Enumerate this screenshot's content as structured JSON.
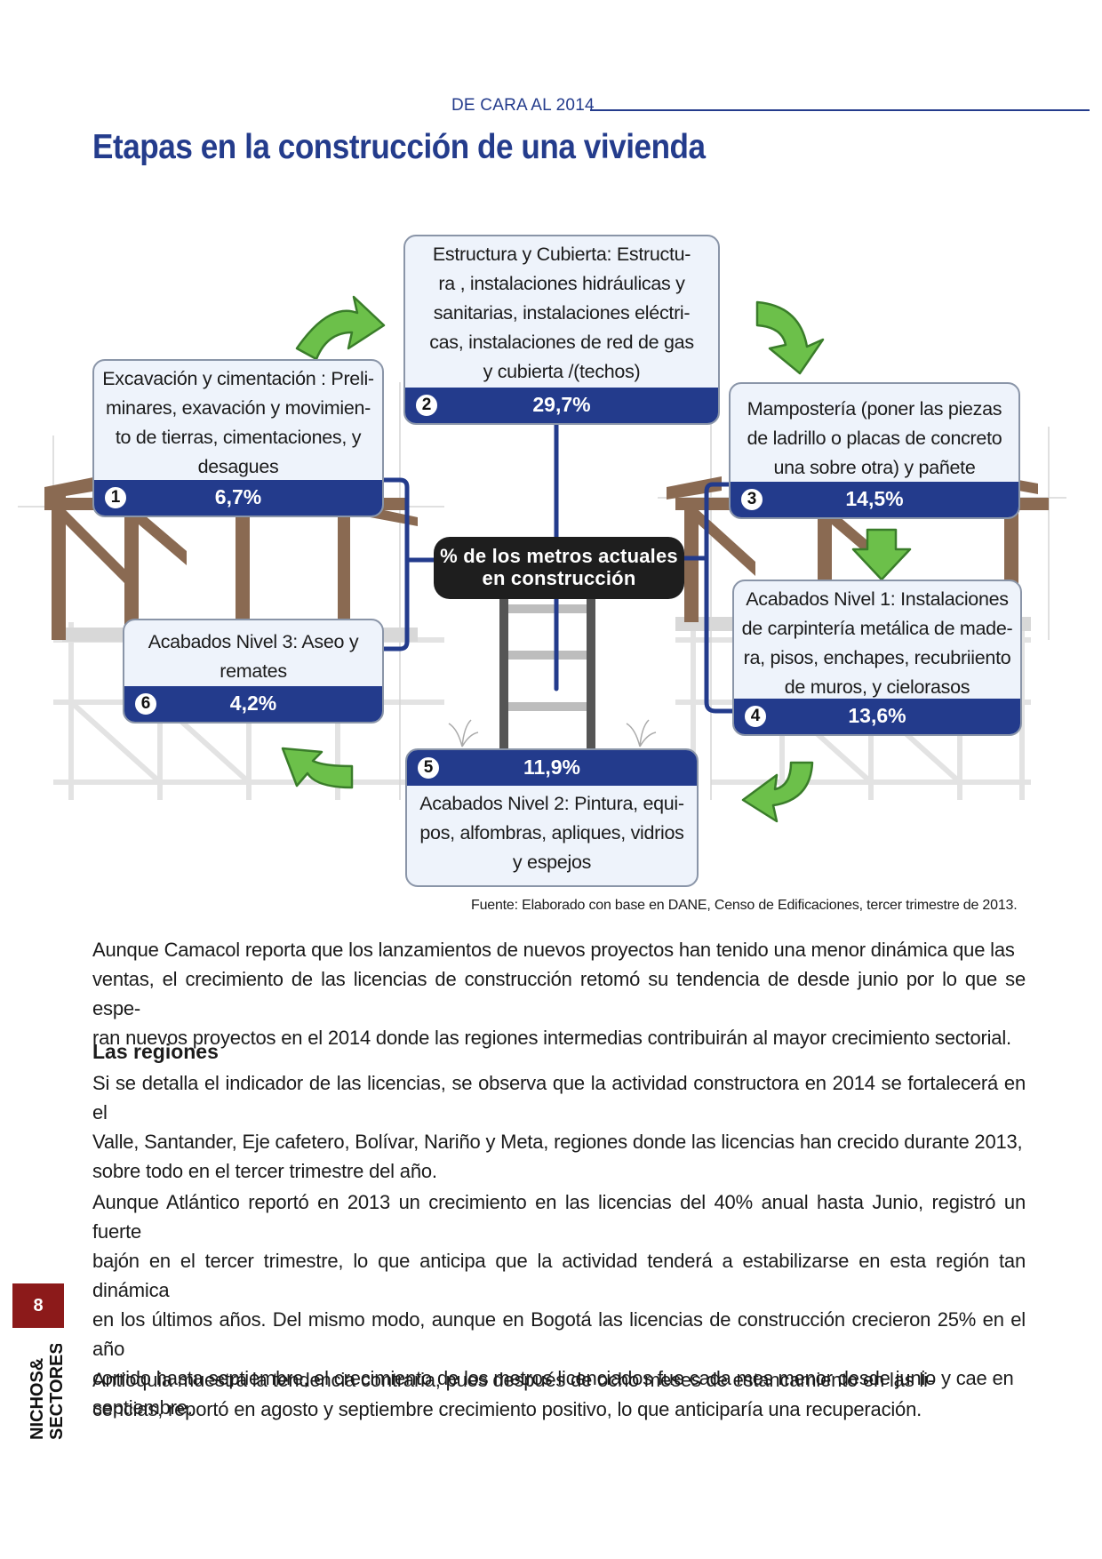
{
  "header": {
    "section_label": "DE CARA AL 2014",
    "title": "Etapas en la construcción de una vivienda"
  },
  "diagram": {
    "center_label_line1": "% de los metros actuales",
    "center_label_line2": "en construcción",
    "colors": {
      "bar": "#233b8c",
      "box_fill": "#eef3fb",
      "arrow": "#6cc04a",
      "center": "#1e1e1e"
    },
    "stages": [
      {
        "number": "1",
        "line1": "Excavación y cimentación : Preli-",
        "line2": "minares, exavación y movimien-",
        "line3": "to de tierras, cimentaciones, y",
        "line4": "desagues",
        "percent": "6,7%"
      },
      {
        "number": "2",
        "line1": "Estructura y Cubierta: Estructu-",
        "line2": "ra , instalaciones hidráulicas y",
        "line3": "sanitarias, instalaciones eléctri-",
        "line4": "cas, instalaciones de red de gas",
        "line5": "y cubierta /(techos)",
        "percent": "29,7%"
      },
      {
        "number": "3",
        "line1": "Mampostería (poner las piezas",
        "line2": "de ladrillo o placas de concreto",
        "line3": "una sobre otra) y pañete",
        "percent": "14,5%"
      },
      {
        "number": "4",
        "line1": "Acabados Nivel 1: Instalaciones",
        "line2": "de carpintería metálica de made-",
        "line3": "ra, pisos, enchapes, recubriiento",
        "line4": "de muros, y cielorasos",
        "percent": "13,6%"
      },
      {
        "number": "5",
        "line1": "Acabados Nivel 2: Pintura, equi-",
        "line2": "pos, alfombras, apliques, vidrios",
        "line3": "y espejos",
        "percent": "11,9%"
      },
      {
        "number": "6",
        "line1": "Acabados Nivel 3: Aseo y",
        "line2": "remates",
        "percent": "4,2%"
      }
    ],
    "source": "Fuente: Elaborado con base en DANE, Censo de Edificaciones, tercer trimestre de 2013."
  },
  "body": {
    "p1_l1": "Aunque Camacol reporta que los lanzamientos de nuevos proyectos han tenido una menor dinámica que las",
    "p1_l2": "ventas, el crecimiento de las licencias de construcción retomó su tendencia de desde junio por lo que se espe-",
    "p1_l3": "ran nuevos proyectos en el 2014 donde las regiones intermedias contribuirán al mayor crecimiento sectorial.",
    "heading": "Las regiones",
    "p2_l1": "Si se detalla el indicador de las licencias, se observa que la actividad constructora en 2014 se fortalecerá en el",
    "p2_l2": "Valle, Santander, Eje cafetero, Bolívar, Nariño y Meta, regiones donde las licencias han crecido durante 2013,",
    "p2_l3": "sobre todo en el tercer trimestre del año.",
    "p3_l1": "Aunque Atlántico reportó en 2013 un crecimiento en las licencias del 40% anual hasta Junio, registró un fuerte",
    "p3_l2": "bajón en el tercer trimestre, lo que anticipa que la actividad tenderá a estabilizarse en esta región tan dinámica",
    "p3_l3": "en los últimos años. Del mismo modo, aunque en Bogotá las licencias de construcción crecieron 25% en el año",
    "p3_l4": "corrido hasta septiembre, el crecimiento de los metros licenciados fue cada mes menor desde junio y cae en",
    "p3_l5": "septiembre.",
    "p4_l1": "Antioquia muestra la tendencia contraria, pues después de ocho meses de estancamiento en las li-",
    "p4_l2": "cencias,  reportó en agosto y septiembre crecimiento positivo, lo que anticiparía una recuperación."
  },
  "footer": {
    "page_number": "8",
    "brand_line1": "NICHOS&",
    "brand_line2": "SECTORES"
  }
}
